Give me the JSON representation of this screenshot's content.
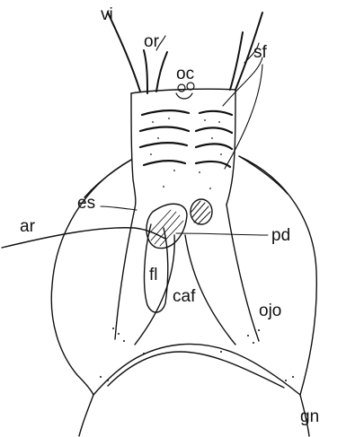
{
  "colors": {
    "ink": "#111111",
    "paper": "#ffffff"
  },
  "labels": {
    "vi": "vi",
    "or": "or",
    "oc": "oc",
    "sf": "sf",
    "es": "es",
    "ar": "ar",
    "pd": "pd",
    "fl": "fl",
    "caf": "caf",
    "ojo": "ojo",
    "gn": "gn"
  }
}
